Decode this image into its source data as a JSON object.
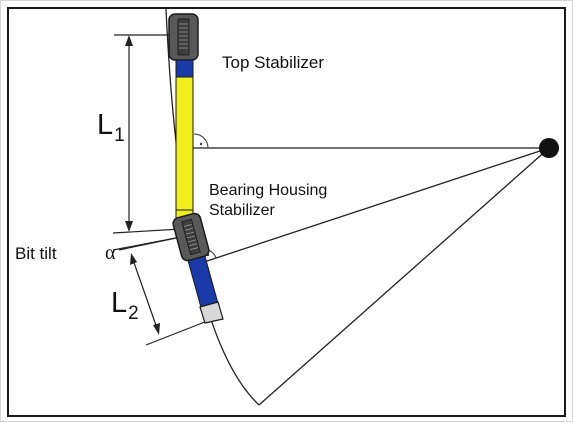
{
  "labels": {
    "top_stabilizer": "Top Stabilizer",
    "bearing_housing_line1": "Bearing Housing",
    "bearing_housing_line2": "Stabilizer",
    "bit_tilt": "Bit tilt",
    "alpha": "α",
    "l1_letter": "L",
    "l1_sub": "1",
    "l2_letter": "L",
    "l2_sub": "2"
  },
  "colors": {
    "collar": "#f0ef1e",
    "motor": "#1a3aa8",
    "stabilizer": "#5a5a5a",
    "line": "#222222"
  },
  "icons": {
    "pivot": "filled-circle",
    "right_angle": "right-angle-mark"
  }
}
